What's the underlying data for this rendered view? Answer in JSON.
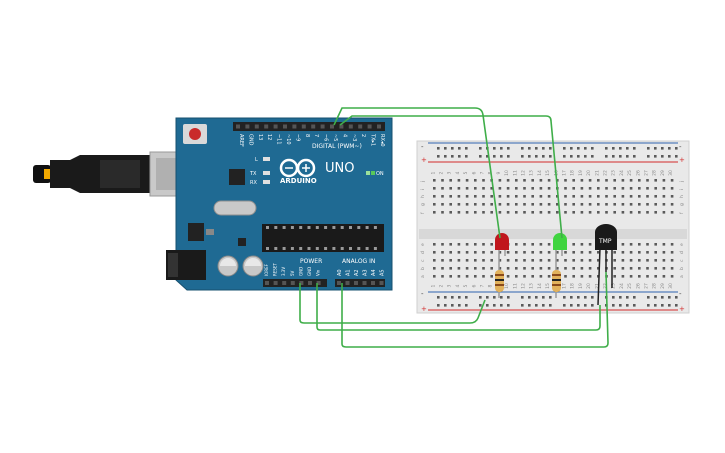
{
  "arduino": {
    "brand": "ARDUINO",
    "model": "UNO",
    "digital_label": "DIGITAL (PWM~)",
    "power_label": "POWER",
    "analog_label": "ANALOG IN",
    "on_label": "ON",
    "led_l": "L",
    "led_tx": "TX",
    "led_rx": "RX",
    "digital_pins": [
      "AREF",
      "GND",
      "13",
      "12",
      "~11",
      "~10",
      "~9",
      "8",
      "7",
      "~6",
      "~5",
      "4",
      "~3",
      "2",
      "TX▸1",
      "RX◂0"
    ],
    "power_pins": [
      "IOREF",
      "RESET",
      "3.3V",
      "5V",
      "GND",
      "GND",
      "Vin"
    ],
    "analog_pins": [
      "A0",
      "A1",
      "A2",
      "A3",
      "A4",
      "A5"
    ]
  },
  "breadboard": {
    "rows_top": [
      "j",
      "i",
      "h",
      "g",
      "f"
    ],
    "rows_bottom": [
      "e",
      "d",
      "c",
      "b",
      "a"
    ],
    "col_numbers": [
      "1",
      "2",
      "3",
      "4",
      "5",
      "6",
      "7",
      "8",
      "9",
      "10",
      "11",
      "12",
      "13",
      "14",
      "15",
      "16",
      "17",
      "18",
      "19",
      "20",
      "21",
      "22",
      "23",
      "24",
      "25",
      "26",
      "27",
      "28",
      "29",
      "30"
    ],
    "rail_plus": "+",
    "rail_minus": "-"
  },
  "components": {
    "sensor_label": "TMP"
  },
  "colors": {
    "board_blue": "#1f6a93",
    "wire_green": "#3fae49",
    "led_red": "#c0161c",
    "led_green": "#3fd43f",
    "rail_red": "#d22c2c",
    "rail_blue": "#2f62b0"
  }
}
